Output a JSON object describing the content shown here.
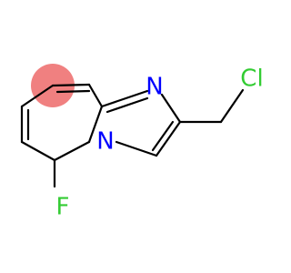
{
  "molecule": {
    "atoms": {
      "n_imine": {
        "symbol": "N",
        "color": "#0000ff"
      },
      "n_bridge": {
        "symbol": "N",
        "color": "#0000ff"
      },
      "fluorine": {
        "symbol": "F",
        "color": "#33cc33"
      },
      "chlorine": {
        "symbol": "Cl",
        "color": "#33cc33"
      }
    },
    "highlight_color": "#f08080"
  }
}
